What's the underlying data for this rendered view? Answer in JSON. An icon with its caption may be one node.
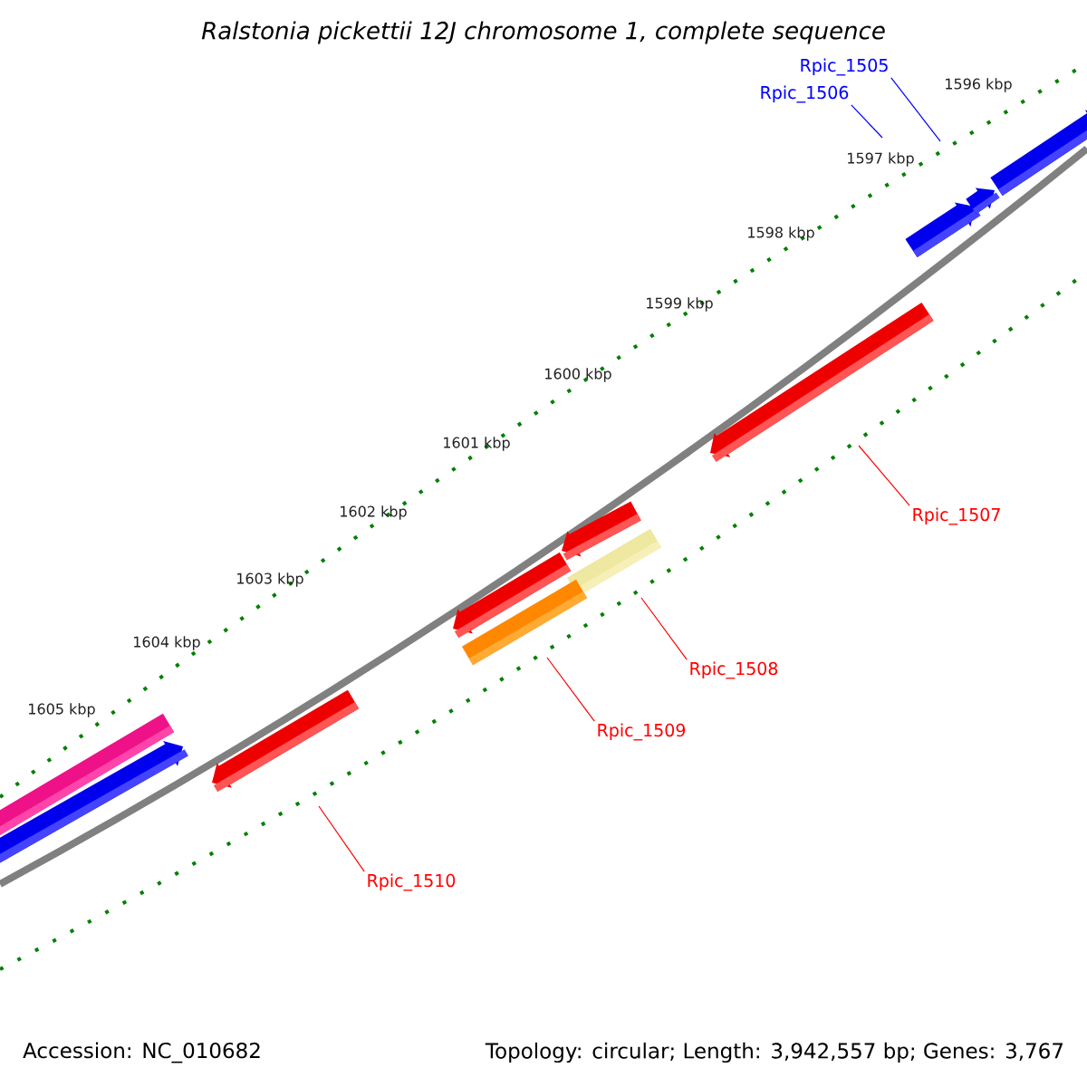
{
  "diagram": {
    "title": "Ralstonia pickettii 12J chromosome 1, complete sequence",
    "nodes": [
      {
        "text": [
          "Rpic_1505"
        ]
      },
      {
        "text": [
          "Rpic_1506"
        ]
      },
      {
        "text": [
          "Rpic_1507"
        ]
      },
      {
        "text": [
          "Rpic_1508"
        ]
      },
      {
        "text": [
          "Rpic_1509"
        ]
      },
      {
        "text": [
          "Rpic_1510"
        ]
      }
    ],
    "edges": [
      {
        "from": 0,
        "to": null,
        "arrow": "none",
        "color": "#0000ff"
      },
      {
        "from": 1,
        "to": null,
        "arrow": "none",
        "color": "#0000ff"
      },
      {
        "from": 2,
        "to": null,
        "arrow": "none"
      },
      {
        "from": 3,
        "to": null,
        "arrow": "none"
      },
      {
        "from": 4,
        "to": null,
        "arrow": "none"
      },
      {
        "from": 5,
        "to": null,
        "arrow": "none"
      }
    ],
    "labels": [
      "1596 kbp",
      "1597 kbp",
      "1598 kbp",
      "1599 kbp",
      "1600 kbp",
      "1601 kbp",
      "1602 kbp",
      "1603 kbp",
      "1604 kbp",
      "1605 kbp",
      "Accession: NC_010682",
      "Topology: circular; Length: 3,942,557 bp; Genes: 3,767"
    ]
  }
}
